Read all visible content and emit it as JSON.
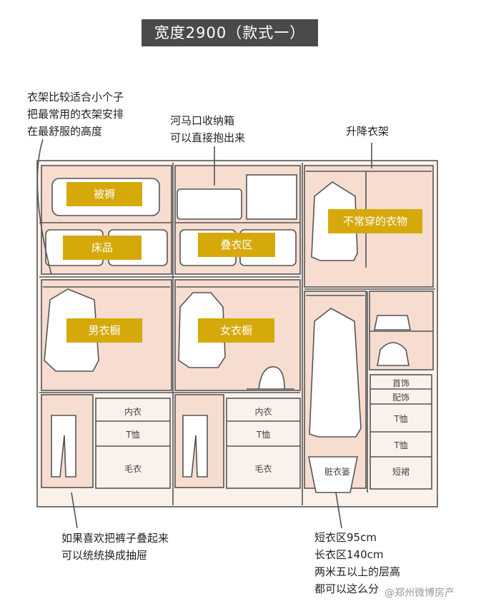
{
  "title": "宽度2900（款式一）",
  "notes": {
    "hanger": "衣架比较适合小个子\n把最常用的衣架安排\n在最舒服的高度",
    "storage_box": "河马口收纳箱\n可以直接抱出来",
    "lift_rack": "升降衣架",
    "pants": "如果喜欢把裤子叠起来\n可以统统换成抽屉",
    "heights": "短衣区95cm\n长衣区140cm\n两米五以上的层高\n都可以这么分"
  },
  "tags": {
    "quilt": "被褥",
    "bedding": "床品",
    "folding": "叠衣区",
    "rare_clothes": "不常穿的衣物",
    "mens": "男衣橱",
    "womens": "女衣橱"
  },
  "drawer_labels": {
    "mid": [
      "内衣",
      "T恤",
      "毛衣"
    ],
    "right": [
      "内衣",
      "T恤",
      "毛衣"
    ],
    "narrow": [
      "首饰",
      "配饰",
      "T恤",
      "T恤",
      "短裙"
    ],
    "basket": "脏衣篓"
  },
  "watermark": "@郑州微博房产",
  "colors": {
    "fill": "#f6ddd0",
    "accent": "#d6a90a",
    "line": "#555555"
  }
}
